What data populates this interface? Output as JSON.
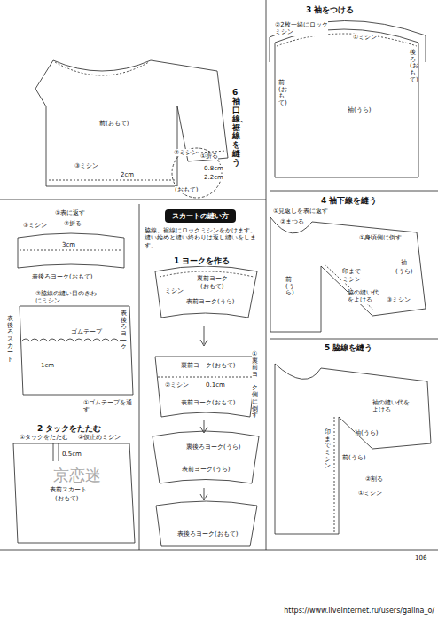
{
  "diagram": {
    "nodes": [
      {
        "text": [
          "スカートの縫い方"
        ]
      }
    ],
    "labels": [
      "6 袖口線、裾線を縫う",
      "前(おもて)",
      "②ミシン",
      "③ミシン",
      "2cm",
      "①折る",
      "0.8cm",
      "2.2cm",
      "(おもて)",
      "3 袖をつける",
      "②2枚一緒にロックミシン",
      "①ミシン",
      "後ろ(おもて)",
      "前(おもて)",
      "袖(うら)",
      "4 袖下線を縫う",
      "①見返しを表に返す",
      "②まつる",
      "①身頃側に倒す",
      "印まで",
      "ミシン",
      "袖",
      "(うら)",
      "脇の縫い代をよける",
      "前(うら)",
      "③ミシン",
      "5 脇線を縫う",
      "袖の縫い代をよける",
      "袖(うら)",
      "前(うら)",
      "印までミシン",
      "②割る",
      "①ミシン",
      "①表に返す",
      "②折る",
      "③ミシン",
      "3cm",
      "表後ろヨーク(おもて)",
      "②脇線の縫い目のきわにミシン",
      "ゴムテープ",
      "表後ろスカート",
      "表後ろヨーク",
      "1cm",
      "①ゴムテープを通す",
      "2 タックをたたむ",
      "①タックをたたむ",
      "②仮止めミシン",
      "0.5cm",
      "表前スカート",
      "(おもて)",
      "京恋迷",
      "脇線、裾線にロックミシンをかけます。縫い始めと縫い終わりは返し縫いをします。",
      "1 ヨークを作る",
      "裏前ヨーク",
      "(おもて)",
      "ミシン",
      "表前ヨーク(うら)",
      "裏前ヨーク(おもて)",
      "①裏前ヨーク側に倒す",
      "②ミシン",
      "0.1cm",
      "表前ヨーク(おもて)",
      "裏後ろヨーク(うら)",
      "表前ヨーク(うら)",
      "表後ろヨーク(おもて)",
      "106",
      "https://www.liveinternet.ru/users/galina_o/"
    ]
  }
}
